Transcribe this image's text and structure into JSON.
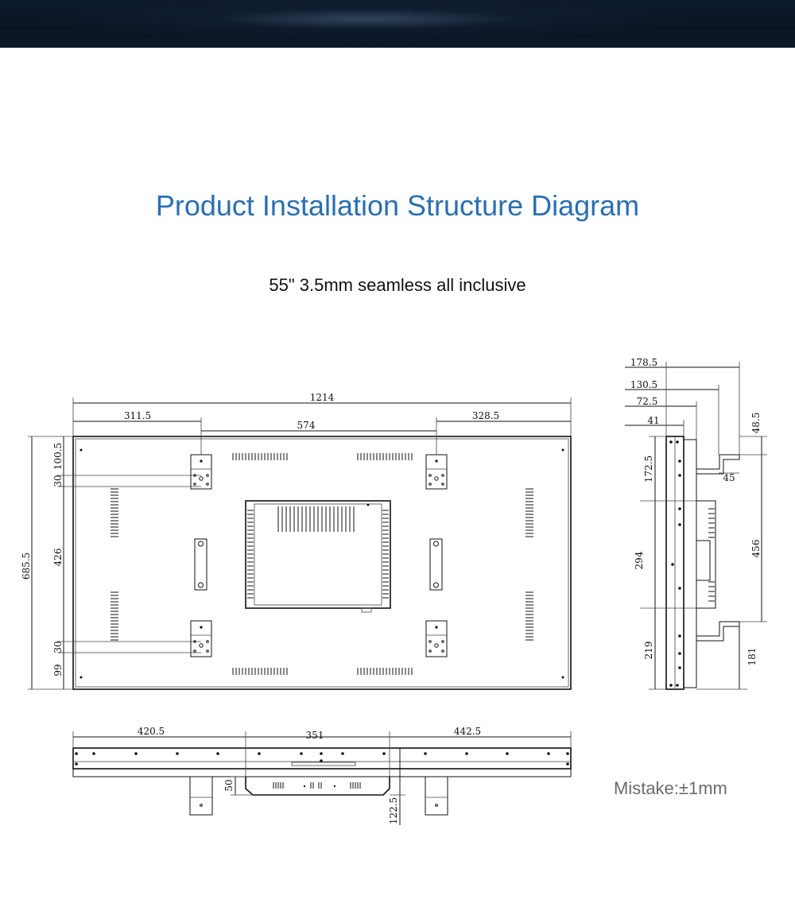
{
  "header": {
    "title": "Product Installation Structure Diagram",
    "subtitle": "55\" 3.5mm seamless all inclusive"
  },
  "note": {
    "mistake": "Mistake:±1mm"
  },
  "dimensions": {
    "front": {
      "total_width": "1214",
      "left_offset": "311.5",
      "bracket_spacing": "574",
      "right_offset": "328.5",
      "total_height": "685.5",
      "top_offset": "100.5",
      "bracket_top": "30",
      "vertical_spacing": "426",
      "bracket_bottom": "30",
      "bottom_offset": "99"
    },
    "side": {
      "d1": "178.5",
      "d2": "130.5",
      "d3": "72.5",
      "d4": "41",
      "d5": "48.5",
      "d6": "172.5",
      "d7": "45",
      "d8": "294",
      "d9": "456",
      "d10": "219",
      "d11": "181"
    },
    "bottom": {
      "left": "420.5",
      "middle": "351",
      "right": "442.5",
      "box_height": "50",
      "depth": "122.5"
    }
  },
  "colors": {
    "title": "#2a6fb2",
    "banner": "#0d1a2b",
    "line": "#111111",
    "note": "#6b6b6b"
  }
}
